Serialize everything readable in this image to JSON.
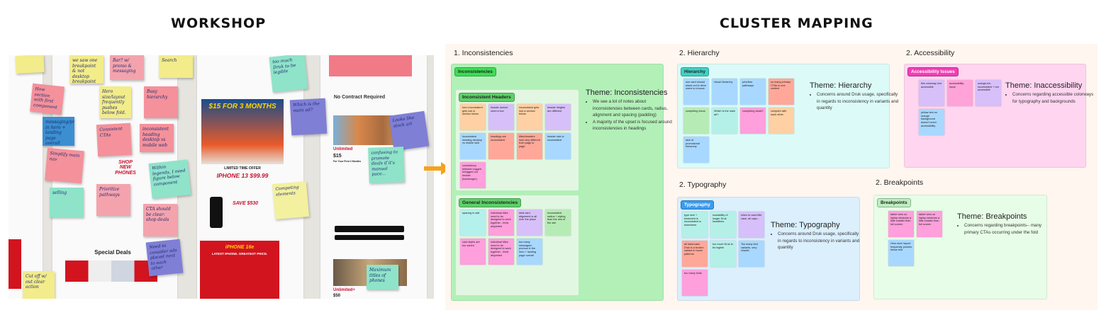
{
  "headings": {
    "left": "WORKSHOP",
    "right": "CLUSTER MAPPING"
  },
  "colors": {
    "accent_arrow": "#f5a31a",
    "board_bg": "#fff6ef"
  },
  "photo": {
    "prints": {
      "hero_offer": "$15 FOR 3 MONTHS",
      "limited": "LIMITED TIME OFFER",
      "iphone13": "IPHONE 13 $99.99",
      "save": "SAVE $530",
      "iphone16e": "iPHONE 16e",
      "iphone16e_sub": "LATEST IPHONE. GREATEST PRICE.",
      "no_contract": "No Contract Required",
      "unlimited": "Unlimited",
      "price15": "$15",
      "first3": "For Your First 3 Months",
      "unlimited_plus": "Unlimited+",
      "price50": "$50",
      "special_deals": "Special Deals",
      "shop_new": "SHOP NEW PHONES"
    },
    "stickies": [
      {
        "text": "",
        "color": "#f3ec8a"
      },
      {
        "text": "we saw one breakpoint & not desktop breakpoint",
        "color": "#f3ec8a"
      },
      {
        "text": "Bar? w/ promo & messaging",
        "color": "#f4a3ad"
      },
      {
        "text": "Search",
        "color": "#f3ec8a"
      },
      {
        "text": "How section with first component",
        "color": "#f4919b"
      },
      {
        "text": "Hero size/layout frequently pushes below fold.",
        "color": "#f3ec8a"
      },
      {
        "text": "Busy hierarchy",
        "color": "#f4919b"
      },
      {
        "text": "messaging/promos in hero + landing page overall",
        "color": "#3b8fd1"
      },
      {
        "text": "Consistent CTAs",
        "color": "#f4919b"
      },
      {
        "text": "inconsistent heading desktop vs mobile web",
        "color": "#f4919b"
      },
      {
        "text": "Simplify main nav",
        "color": "#f4919b"
      },
      {
        "text": "Within legends, I need figure below component",
        "color": "#8fe3c9"
      },
      {
        "text": "selling",
        "color": "#8fe3c9"
      },
      {
        "text": "Prioritize pathways",
        "color": "#f4a3ad"
      },
      {
        "text": "CTA should be clear: shop deals",
        "color": "#f4a3ad"
      },
      {
        "text": "Need to consider ads placed next to each other",
        "color": "#7f7fd6"
      },
      {
        "text": "Cut off w/ out clear action",
        "color": "#f3ec8a"
      },
      {
        "text": "too much Druk to be legible",
        "color": "#8fe3c9"
      },
      {
        "text": "Which is the main ad?",
        "color": "#7f7fd6"
      },
      {
        "text": "Looks like stock art",
        "color": "#7f7fd6"
      },
      {
        "text": "Competing elements",
        "color": "#f3f0a0"
      },
      {
        "text": "confusing to promote deals if it's manual pace...",
        "color": "#8fe3c9"
      },
      {
        "text": "Maximum titles of phones",
        "color": "#8fe3c9"
      }
    ]
  },
  "sections": [
    {
      "label": "1. Inconsistencies",
      "tag": "Inconsistencies",
      "tag_color": "#3ddc54",
      "bg": "#b2f0b8",
      "theme_title": "Theme: Inconsistencies",
      "bullets": [
        "We see a lot of notes about inconsistencies between cards, radius, alignment and spacing (padding)",
        "A majority of the upset is focused around inconsistencies in headings"
      ],
      "groups": [
        {
          "tag": "Inconsistent Headers",
          "stickies": [
            {
              "text": "hero inconsistent gets lost w section below",
              "color": "#ffd0a3"
            },
            {
              "text": "header doesnt need a box",
              "color": "#d7bff9"
            },
            {
              "text": "inconsistent gets lost w section below",
              "color": "#ffd0a3"
            },
            {
              "text": "header heights are different",
              "color": "#d7bff9"
            },
            {
              "text": "inconsistent heading desktop vs mobile web",
              "color": "#a8d8ff"
            },
            {
              "text": "headings are inconsistent",
              "color": "#ffa899"
            },
            {
              "text": "titles/headers look very different from page to page",
              "color": "#ffa899"
            },
            {
              "text": "header size is inconsistent",
              "color": "#a8d8ff"
            },
            {
              "text": "consistency between logged in/logged out header (hamburger)",
              "color": "#ff9fdc"
            }
          ]
        },
        {
          "tag": "General Inconsistencies",
          "stickies": [
            {
              "text": "spacing is odd",
              "color": "#b4f0ec"
            },
            {
              "text": "individual titles need to be designed to work together - feels disjointed",
              "color": "#ff9fdc"
            },
            {
              "text": "deal card alignment is all over the place",
              "color": "#d7bff9"
            },
            {
              "text": "inconsistent radius + styling than the rest of the site",
              "color": "#b7ebb6"
            },
            {
              "text": "card styles are too varied",
              "color": "#ff9fdc"
            },
            {
              "text": "individual titles need to be designed to work together - feels disjointed",
              "color": "#ff9fdc"
            },
            {
              "text": "too many messages/ promos in the hero + landing page overall",
              "color": "#a8d8ff"
            }
          ]
        }
      ]
    },
    {
      "label": "2. Hierarchy",
      "tag": "Hierarchy",
      "tag_color": "#3fd1c4",
      "bg": "#dcfbf8",
      "theme_title": "Theme: Hierarchy",
      "bullets": [
        "Concerns around Druk usage, specifically in regards to inconsistency in variants and quantity"
      ],
      "stickies": [
        {
          "text": "one card should stand out to drive users to choose",
          "color": "#a8d8ff"
        },
        {
          "text": "visual hierarchy",
          "color": "#a8d8ff"
        },
        {
          "text": "prioritize pathways",
          "color": "#a8d8ff"
        },
        {
          "text": "so many primary CTAs in one context",
          "color": "#ffa899"
        },
        {
          "text": "competing focus",
          "color": "#b7ebb6"
        },
        {
          "text": "Which is the main ad?",
          "color": "#b4f0e8"
        },
        {
          "text": "competing deals?",
          "color": "#ff9fdc"
        },
        {
          "text": "compete with each other",
          "color": "#ffd0a3"
        },
        {
          "text": "lack of promotional hierarchy",
          "color": "#a8d8ff"
        }
      ]
    },
    {
      "label": "2. Typography",
      "tag": "Typography",
      "tag_color": "#3b9cf0",
      "bg": "#dbeffd",
      "theme_title": "Theme: Typography",
      "bullets": [
        "Concerns around Druk usage, specifically in regards to inconsistency in variants and quantity"
      ],
      "stickies": [
        {
          "text": "type size + treatment is inconsistent w elsewhere",
          "color": "#b4f0e8"
        },
        {
          "text": "readability of longer Druk headlines",
          "color": "#b4f0e8"
        },
        {
          "text": "when to uses title case, all caps...",
          "color": "#d7bff9"
        },
        {
          "text": "all lowercase Druk is a broken variant in boost patterns",
          "color": "#ffa899"
        },
        {
          "text": "too much Druk to be legible",
          "color": "#b4f0e8"
        },
        {
          "text": "Too many font variants, very chaotic",
          "color": "#a8d8ff"
        },
        {
          "text": "too many fonts",
          "color": "#ff9fdc"
        }
      ]
    },
    {
      "label": "2. Accessibility",
      "tag": "Accessibility Issues",
      "tag_color": "#f03fb4",
      "bg": "#ffd5f0",
      "theme_title": "Theme: Inaccessibility",
      "bullets": [
        "Concerns regarding accessible colorways for typography and backgrounds"
      ],
      "stickies": [
        {
          "text": "this colorway isnt accessible",
          "color": "#d7bff9"
        },
        {
          "text": "accessibility issue",
          "color": "#ffa3d8"
        },
        {
          "text": "orange-ize- inconsistent + not accessible",
          "color": "#d7bff9"
        },
        {
          "text": "yellow text on orange background doesn't meet accessibility",
          "color": "#a8d8ff"
        }
      ]
    },
    {
      "label": "2. Breakpoints",
      "tag": "Breakpoints",
      "tag_color": "#bdeec0",
      "bg": "#e8fde8",
      "theme_title": "Theme: Breakpoints",
      "bullets": [
        "Concerns regarding breakpoints-- many primary CTAs occurring under the fold"
      ],
      "stickies": [
        {
          "text": "tablet view on laptop windows a little smaller than full screen",
          "color": "#ff9fdc"
        },
        {
          "text": "tablet view on laptop windows a little smaller than full screen",
          "color": "#ff9fdc"
        },
        {
          "text": "Hero size/ layout frequently pushes below fold",
          "color": "#a8d8ff"
        }
      ]
    }
  ]
}
